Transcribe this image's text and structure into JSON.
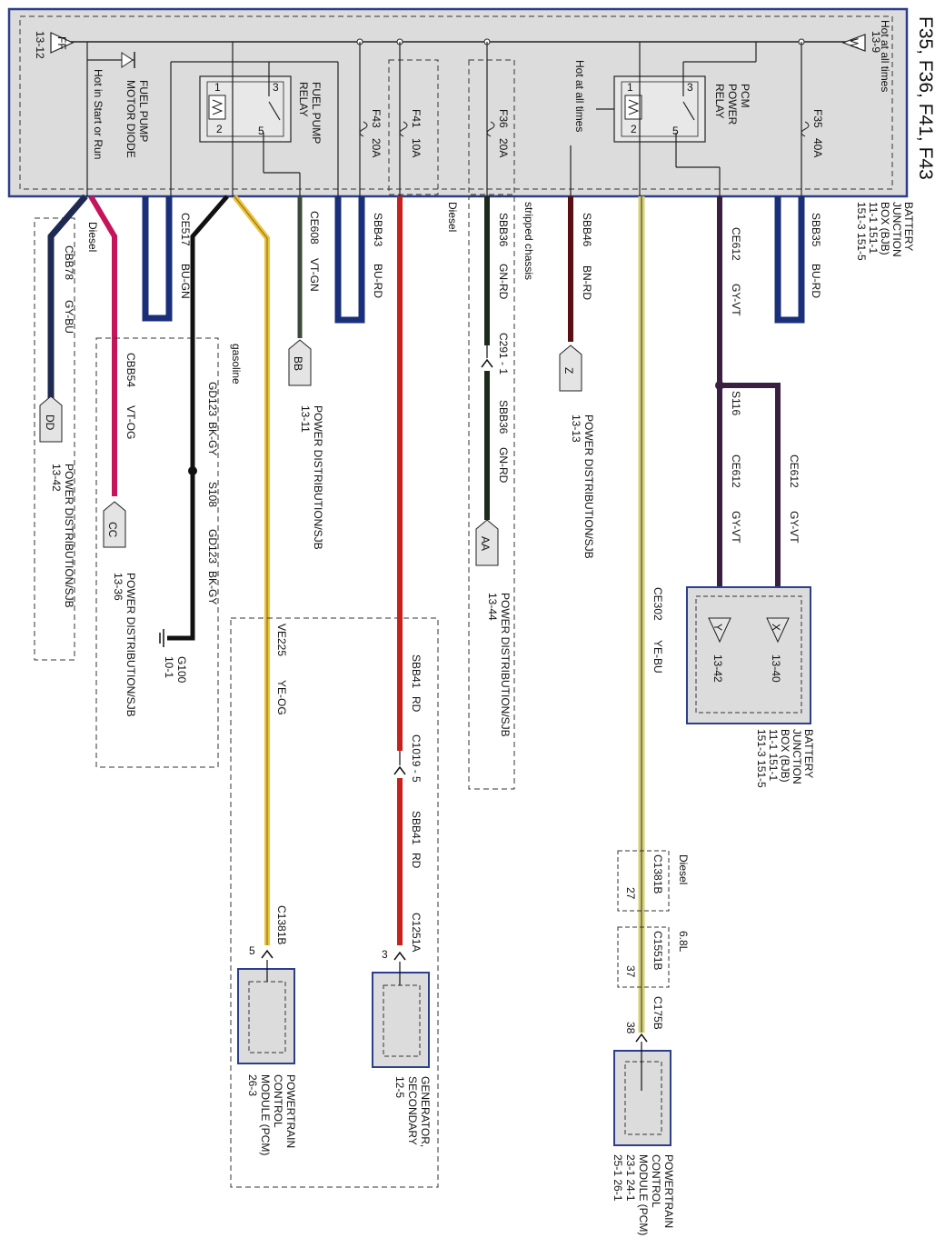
{
  "title": "F35, F36, F41, F43",
  "bjb": {
    "name": "BATTERY JUNCTION BOX (BJB)",
    "lines": [
      "BATTERY",
      "JUNCTION",
      "BOX (BJB)",
      "11-1    151-1",
      "151-3   151-5"
    ],
    "hot_all_times": "Hot at all times",
    "hot_all_times_2": "Hot at all times",
    "hot_start_run": "Hot in Start or Run"
  },
  "refs": {
    "W": {
      "letter": "W",
      "page": "13-9"
    },
    "FF": {
      "letter": "FF",
      "page": "13-12"
    }
  },
  "components": {
    "diode": [
      "FUEL PUMP",
      "MOTOR DIODE"
    ],
    "fuel_relay": [
      "FUEL PUMP",
      "RELAY"
    ],
    "pcm_relay": [
      "PCM",
      "POWER",
      "RELAY"
    ],
    "relay_pins": {
      "p1": "1",
      "p2": "2",
      "p3": "3",
      "p5": "5"
    }
  },
  "fuses": [
    {
      "id": "F43",
      "rating": "20A"
    },
    {
      "id": "F41",
      "rating": "10A"
    },
    {
      "id": "F36",
      "rating": "20A"
    },
    {
      "id": "F35",
      "rating": "40A"
    }
  ],
  "wires": [
    {
      "circuit": "CBB78",
      "color": "GY-BU",
      "hex": "#1f2a52"
    },
    {
      "circuit": "CBB54",
      "color": "VT-OG",
      "hex": "#c5145a"
    },
    {
      "circuit": "CE517",
      "color": "BU-GN",
      "hex": "#1a2f7a"
    },
    {
      "circuit": "GD123",
      "color": "BK-GY",
      "hex": "#111111"
    },
    {
      "circuit": "GD123",
      "color": "BK-GY",
      "hex": "#111111"
    },
    {
      "circuit": "VE225",
      "color": "YE-OG",
      "hex": "#e8c43a"
    },
    {
      "circuit": "CE608",
      "color": "VT-GN",
      "hex": "#3b4a3a"
    },
    {
      "circuit": "SBB43",
      "color": "BU-RD",
      "hex": "#1a2f7a"
    },
    {
      "circuit": "SBB41",
      "color": "RD",
      "hex": "#c8201c"
    },
    {
      "circuit": "SBB41",
      "color": "RD",
      "hex": "#c8201c"
    },
    {
      "circuit": "SBB36",
      "color": "GN-RD",
      "hex": "#1c2a1c"
    },
    {
      "circuit": "SBB36",
      "color": "GN-RD",
      "hex": "#1c2a1c"
    },
    {
      "circuit": "SBB46",
      "color": "BN-RD",
      "hex": "#5a1010"
    },
    {
      "circuit": "CE302",
      "color": "YE-BU",
      "hex": "#d9d06a"
    },
    {
      "circuit": "CE612",
      "color": "GY-VT",
      "hex": "#3a2040"
    },
    {
      "circuit": "CE612",
      "color": "GY-VT",
      "hex": "#3a2040"
    },
    {
      "circuit": "CE612",
      "color": "GY-VT",
      "hex": "#3a2040"
    },
    {
      "circuit": "SBB35",
      "color": "BU-RD",
      "hex": "#1a2f7a"
    }
  ],
  "splices": [
    "S108",
    "S116"
  ],
  "ground": {
    "id": "G100",
    "page": "10-1"
  },
  "connectors": {
    "c291": "C291 - 1",
    "c1019": "C1019 - 5",
    "c1251a": "C1251A",
    "c1251a_pin": "3",
    "c1381b_left": "C1381B",
    "c1381b_left_pin": "5",
    "c1381b_right": "C1381B",
    "c1381b_right_pin": "27",
    "c1551b": "C1551B",
    "c1551b_pin": "37",
    "c175b": "C175B",
    "c175b_pin": "38"
  },
  "variants": {
    "diesel_1": "Diesel",
    "diesel_2": "Diesel",
    "diesel_3": "Diesel",
    "gasoline": "gasoline",
    "stripped": "stripped chassis",
    "engine_68": "6.8L"
  },
  "pd_refs": [
    {
      "letter": "DD",
      "text": "POWER DISTRIBUTION/SJB",
      "page": "13-42"
    },
    {
      "letter": "CC",
      "text": "POWER DISTRIBUTION/SJB",
      "page": "13-36"
    },
    {
      "letter": "BB",
      "text": "POWER DISTRIBUTION/SJB",
      "page": "13-11"
    },
    {
      "letter": "Z",
      "text": "POWER DISTRIBUTION/SJB",
      "page": "13-13"
    },
    {
      "letter": "AA",
      "text": "POWER DISTRIBUTION/SJB",
      "page": "13-44"
    }
  ],
  "bjb_refs": [
    {
      "letter": "X",
      "page": "13-40"
    },
    {
      "letter": "Y",
      "page": "13-42"
    }
  ],
  "bjb2": [
    "BATTERY",
    "JUNCTION",
    "BOX (BJB)",
    "11-1    151-1",
    "151-3   151-5"
  ],
  "modules": {
    "pcm_left": [
      "POWERTRAIN",
      "CONTROL",
      "MODULE (PCM)",
      "26-3"
    ],
    "generator": [
      "GENERATOR,",
      "SECONDARY",
      "12-5"
    ],
    "pcm_right": [
      "POWERTRAIN",
      "CONTROL",
      "MODULE (PCM)",
      "23-1     24-1",
      "25-1     26-1"
    ]
  },
  "colors": {
    "box_border": "#2d3e8a",
    "box_fill": "#dcdcdc",
    "bus": "#222222"
  }
}
